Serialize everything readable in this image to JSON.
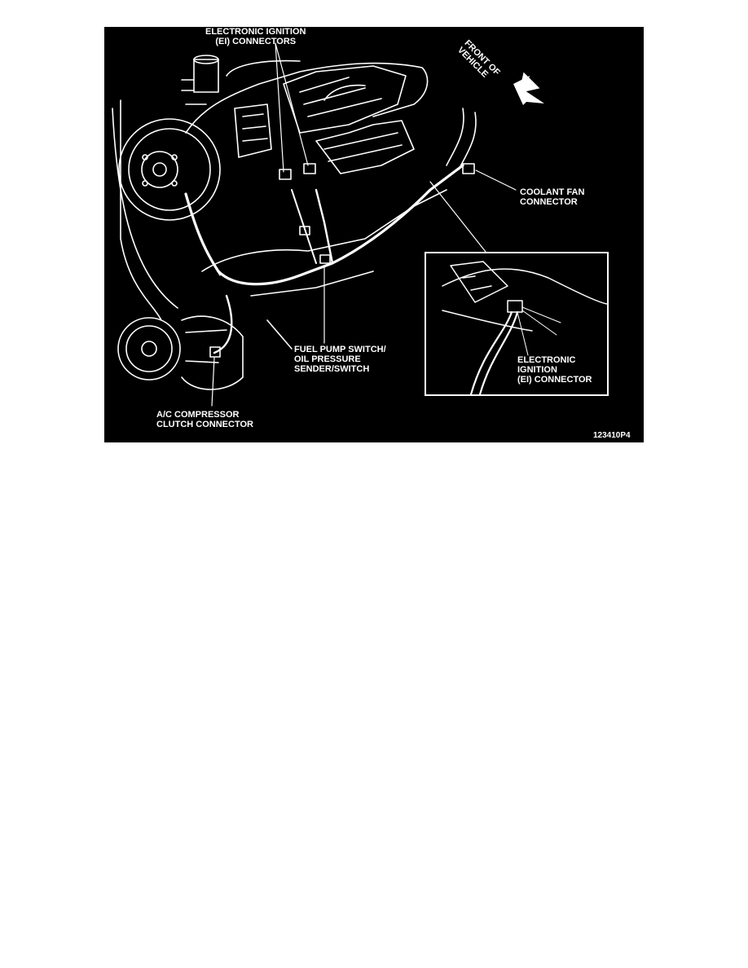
{
  "labels": {
    "ei_connectors": "ELECTRONIC IGNITION\n(EI) CONNECTORS",
    "front_of_vehicle": "FRONT OF\nVEHICLE",
    "coolant_fan": "COOLANT FAN\nCONNECTOR",
    "fuel_pump": "FUEL PUMP SWITCH/\nOIL PRESSURE\nSENDER/SWITCH",
    "ei_connector_inset": "ELECTRONIC\nIGNITION\n(EI) CONNECTOR",
    "ac_compressor": "A/C COMPRESSOR\nCLUTCH CONNECTOR",
    "figure_code": "123410P4"
  },
  "colors": {
    "background": "#000000",
    "line": "#ffffff",
    "page": "#ffffff"
  }
}
